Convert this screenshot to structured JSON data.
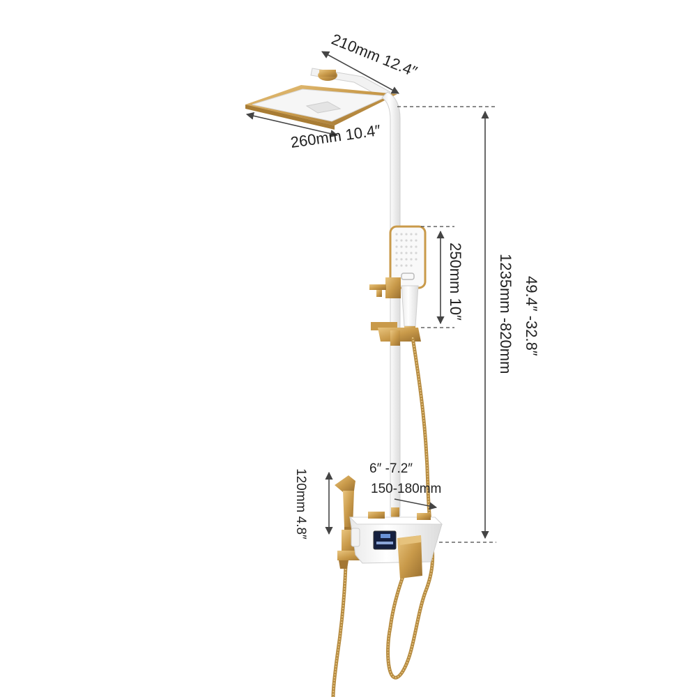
{
  "dimensions": {
    "head_depth": "210mm 12.4″",
    "head_width": "260mm 10.4″",
    "handheld_length": "250mm 10″",
    "total_height_mm": "1235mm -820mm",
    "total_height_in": "49.4″ -32.8″",
    "spacing_in": "6″ -7.2″",
    "spacing_mm": "150-180mm",
    "mixer_height": "120mm 4.8″"
  },
  "colors": {
    "gold": "#c99a4a",
    "gold_dark": "#8f6a2a",
    "white_body": "#f7f7f7",
    "outline": "#c8c8c8",
    "display": "#15203f",
    "display_text": "#7fb0ff",
    "dim_line": "#444444"
  },
  "icons": [
    "rain-shower-head",
    "hand-shower",
    "bidet-sprayer",
    "thermostatic-mixer",
    "led-display"
  ]
}
